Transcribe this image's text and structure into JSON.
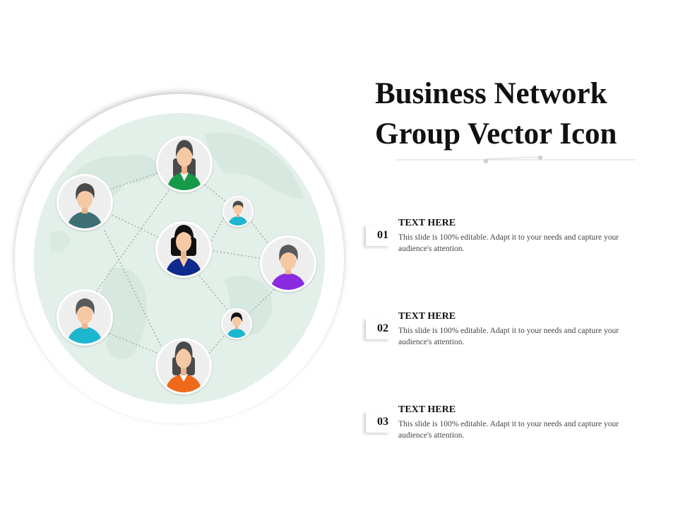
{
  "title": {
    "line1": "Business Network",
    "line2": "Group Vector Icon"
  },
  "items": [
    {
      "number": "01",
      "heading": "TEXT HERE",
      "body": "This slide is 100% editable. Adapt it to your needs and capture your audience's attention."
    },
    {
      "number": "02",
      "heading": "TEXT HERE",
      "body": "This slide is 100% editable. Adapt it to your needs and capture your audience's attention."
    },
    {
      "number": "03",
      "heading": "TEXT HERE",
      "body": "This slide is 100% editable. Adapt it to your needs and capture your audience's attention."
    }
  ],
  "colors": {
    "globe": "#e3efe9",
    "person_green": "#169a4a",
    "person_teal": "#3d6f74",
    "person_navy": "#0e2a8c",
    "person_purple": "#8a2be2",
    "person_cyan": "#1cb6cf",
    "person_orange": "#ee6a1a",
    "skin": "#f6c9a5",
    "hair": "#4a4a4a"
  },
  "icons": [
    "globe-icon",
    "female-user-icon",
    "male-user-icon"
  ]
}
